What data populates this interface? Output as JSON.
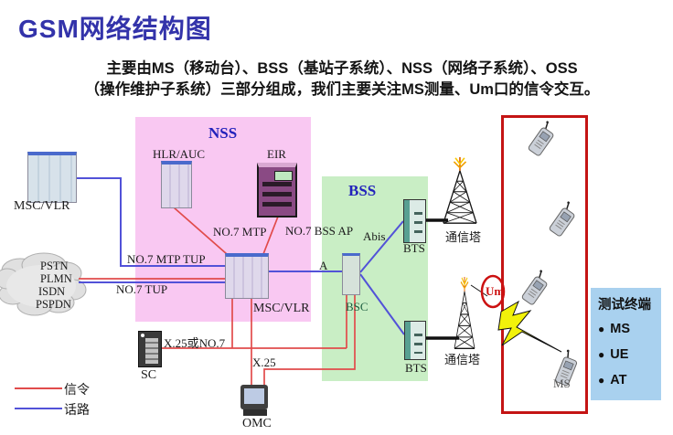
{
  "title": "GSM网络结构图",
  "subtitle": {
    "line1": "主要由MS（移动台）、BSS（基站子系统）、NSS（网络子系统）、OSS",
    "line2": "（操作维护子系统）三部分组成，我们主要关注MS测量、Um口的信令交互。"
  },
  "groups": {
    "nss": "NSS",
    "bss": "BSS"
  },
  "nodes": {
    "msc_left": "MSC/VLR",
    "hlr": "HLR/AUC",
    "eir": "EIR",
    "msc_center": "MSC/VLR",
    "bsc": "BSC",
    "bts_top": "BTS",
    "bts_bottom": "BTS",
    "tower_top": "通信塔",
    "tower_bottom": "通信塔",
    "sc": "SC",
    "omc": "OMC",
    "ms": "MS",
    "cloud": [
      "PSTN",
      "PLMN",
      "ISDN",
      "PSPDN"
    ]
  },
  "interfaces": {
    "no7_mtp": "NO.7 MTP",
    "no7_bss_ap": "NO.7 BSS AP",
    "no7_mtp_tup": "NO.7 MTP TUP",
    "no7_tup": "NO.7 TUP",
    "a": "A",
    "abis": "Abis",
    "x25_or_no7": "X.25或NO.7",
    "x25": "X.25",
    "um": "Um"
  },
  "legend": {
    "signaling": "信令",
    "voice": "话路"
  },
  "test_terminal": {
    "title": "测试终端",
    "bullet": "●",
    "items": [
      "MS",
      "UE",
      "AT"
    ]
  },
  "colors": {
    "title_blue": "#3333AA",
    "nss_pink": "#F9C8F2",
    "bss_green": "#C9EEC5",
    "terminal_blue": "#A9D1EF",
    "signaling_red": "#E14B4B",
    "voice_blue": "#5252D8",
    "highlight_red": "#C41414",
    "lightning_yellow": "#F2F20A"
  }
}
